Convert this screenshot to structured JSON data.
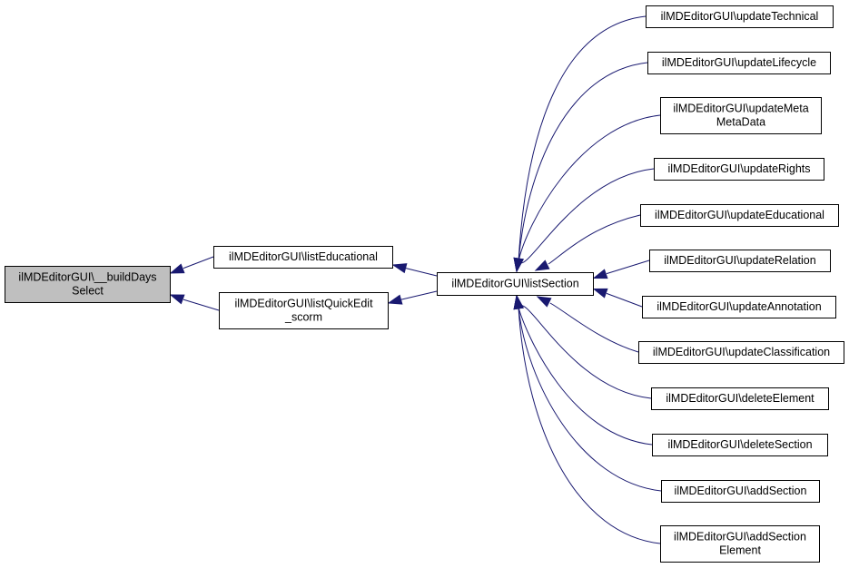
{
  "diagram": {
    "colors": {
      "edge": "#191970",
      "focus_fill": "#bfbfbf",
      "node_fill": "#ffffff",
      "border": "#000000"
    },
    "nodes": {
      "buildDays": {
        "lines": [
          "ilMDEditorGUI\\__buildDays",
          "Select"
        ]
      },
      "listEducational": {
        "lines": [
          "ilMDEditorGUI\\listEducational"
        ]
      },
      "listQuickEdit": {
        "lines": [
          "ilMDEditorGUI\\listQuickEdit",
          "_scorm"
        ]
      },
      "listSection": {
        "lines": [
          "ilMDEditorGUI\\listSection"
        ]
      },
      "updateTechnical": {
        "lines": [
          "ilMDEditorGUI\\updateTechnical"
        ]
      },
      "updateLifecycle": {
        "lines": [
          "ilMDEditorGUI\\updateLifecycle"
        ]
      },
      "updateMeta": {
        "lines": [
          "ilMDEditorGUI\\updateMeta",
          "MetaData"
        ]
      },
      "updateRights": {
        "lines": [
          "ilMDEditorGUI\\updateRights"
        ]
      },
      "updateEducational": {
        "lines": [
          "ilMDEditorGUI\\updateEducational"
        ]
      },
      "updateRelation": {
        "lines": [
          "ilMDEditorGUI\\updateRelation"
        ]
      },
      "updateAnnotation": {
        "lines": [
          "ilMDEditorGUI\\updateAnnotation"
        ]
      },
      "updateClassification": {
        "lines": [
          "ilMDEditorGUI\\updateClassification"
        ]
      },
      "deleteElement": {
        "lines": [
          "ilMDEditorGUI\\deleteElement"
        ]
      },
      "deleteSection": {
        "lines": [
          "ilMDEditorGUI\\deleteSection"
        ]
      },
      "addSection": {
        "lines": [
          "ilMDEditorGUI\\addSection"
        ]
      },
      "addSectionElement": {
        "lines": [
          "ilMDEditorGUI\\addSection",
          "Element"
        ]
      }
    },
    "edges": [
      {
        "from": "listEducational",
        "to": "buildDays"
      },
      {
        "from": "listQuickEdit",
        "to": "buildDays"
      },
      {
        "from": "listSection",
        "to": "listEducational"
      },
      {
        "from": "listSection",
        "to": "listQuickEdit"
      },
      {
        "from": "updateTechnical",
        "to": "listSection"
      },
      {
        "from": "updateLifecycle",
        "to": "listSection"
      },
      {
        "from": "updateMeta",
        "to": "listSection"
      },
      {
        "from": "updateRights",
        "to": "listSection"
      },
      {
        "from": "updateEducational",
        "to": "listSection"
      },
      {
        "from": "updateRelation",
        "to": "listSection"
      },
      {
        "from": "updateAnnotation",
        "to": "listSection"
      },
      {
        "from": "updateClassification",
        "to": "listSection"
      },
      {
        "from": "deleteElement",
        "to": "listSection"
      },
      {
        "from": "deleteSection",
        "to": "listSection"
      },
      {
        "from": "addSection",
        "to": "listSection"
      },
      {
        "from": "addSectionElement",
        "to": "listSection"
      }
    ]
  }
}
